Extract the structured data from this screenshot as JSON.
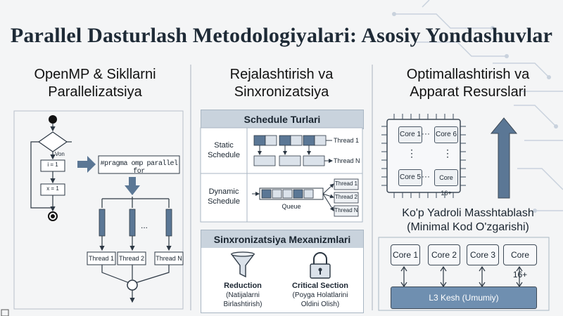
{
  "title": "Parallel Dasturlash Metodologiyalari: Asosiy Yondashuvlar",
  "col1": {
    "title_line1": "OpenMP & Sikllarni",
    "title_line2": "Parallelizatsiya",
    "von": "Von",
    "i_init": "i = 1",
    "i_assign": "x = 1",
    "pragma": "#pragma omp parallel for",
    "threads": [
      "Thread 1",
      "Thread 2",
      "Thread N"
    ],
    "ellipsis": "..."
  },
  "col2": {
    "title_line1": "Rejalashtirish va",
    "title_line2": "Sinxronizatsiya",
    "schedule_header": "Schedule Turlari",
    "static_line1": "Static",
    "static_line2": "Schedule",
    "static_thread1": "Thread 1",
    "static_threadN": "Thread N",
    "dynamic_line1": "Dynamic",
    "dynamic_line2": "Schedule",
    "queue": "Queue",
    "dyn_threads": [
      "Thread 1",
      "Thread 2",
      "Thread N"
    ],
    "sync_header": "Sinxronizatsiya Mexanizmlari",
    "reduction_title": "Reduction",
    "reduction_line1": "(Natijalarni",
    "reduction_line2": "Birlashtirish)",
    "critical_title": "Critical Section",
    "critical_line1": "(Poyga Holatlarini",
    "critical_line2": "Oldini Olish)"
  },
  "col3": {
    "title_line1": "Optimallashtirish va",
    "title_line2": "Apparat Resurslari",
    "chip_cores": [
      "Core 1",
      "Core 6",
      "Core 5",
      "Core 16+"
    ],
    "dots_h": "···",
    "dots_v": "⋮",
    "scale_line1": "Ko'p Yadroli Masshtablash",
    "scale_line2": "(Minimal Kod O'zgarishi)",
    "cores": [
      "Core 1",
      "Core 2",
      "Core 3",
      "Core 16+"
    ],
    "cache": "L3 Kesh (Umumiy)"
  },
  "colors": {
    "accent_blue": "#5b7795",
    "cache_blue": "#6f8fb0",
    "panel_head": "#c9d3dd",
    "circuit": "#c6d0dc"
  },
  "icons": [
    "funnel-icon",
    "padlock-icon",
    "up-arrow-icon",
    "chip-icon"
  ]
}
